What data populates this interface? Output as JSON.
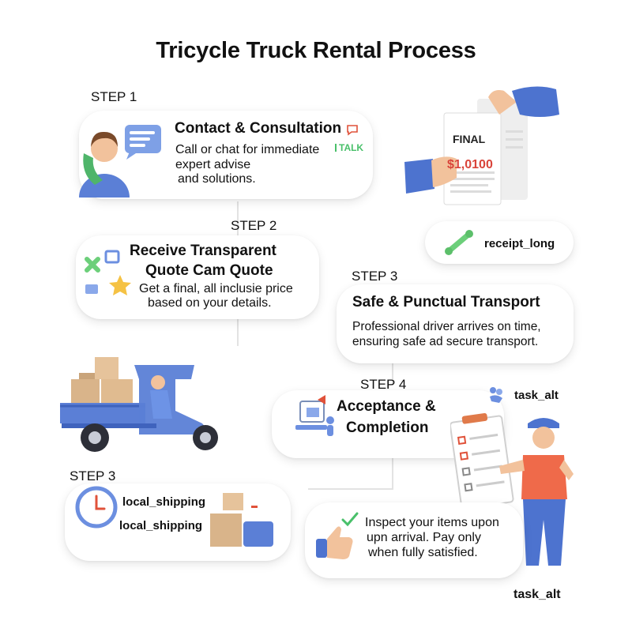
{
  "title": "Tricycle Truck Rental Process",
  "step1": {
    "label": "STEP 1",
    "heading": "Contact & Consultation",
    "line1": "Call or chat for immediate",
    "line2": "expert advise",
    "line3": "and solutions.",
    "talk_badge": "TALK",
    "icon": "phone-consultant-icon"
  },
  "quote_doc": {
    "final_label": "FINAL",
    "amount": "$1,0100",
    "icon": "receipt-hand-icon"
  },
  "receipt_card": {
    "label": "receipt_long",
    "icon": "receipt-long-icon"
  },
  "step2": {
    "label": "STEP 2",
    "heading_line1": "Receive Transparent",
    "heading_line2": "Quote Cam Quote",
    "line1": "Get a final, all  inclusie price",
    "line2": "based on your details.",
    "icon": "quote-shapes-icon"
  },
  "step3": {
    "label": "STEP 3",
    "heading": "Safe & Punctual Transport",
    "line1": "Professional driver arrives on time,",
    "line2": "ensuring safe ad secure transport."
  },
  "step4": {
    "label": "STEP 4",
    "heading_line1": "Acceptance &",
    "heading_line2": "Completion",
    "task_label": "task_alt",
    "icon": "desk-person-icon"
  },
  "step3b": {
    "label": "STEP 3",
    "label1": "local_shipping",
    "label2": "local_shipping"
  },
  "inspect": {
    "line1": "Inspect your items upon",
    "line2": "upn arrival. Pay only",
    "line3": "when fully satisfied.",
    "task_label": "task_alt"
  },
  "colors": {
    "accent_blue": "#5b7fd6",
    "accent_green": "#49c06a",
    "accent_red": "#e0523a",
    "box_tan": "#d9b48a"
  }
}
